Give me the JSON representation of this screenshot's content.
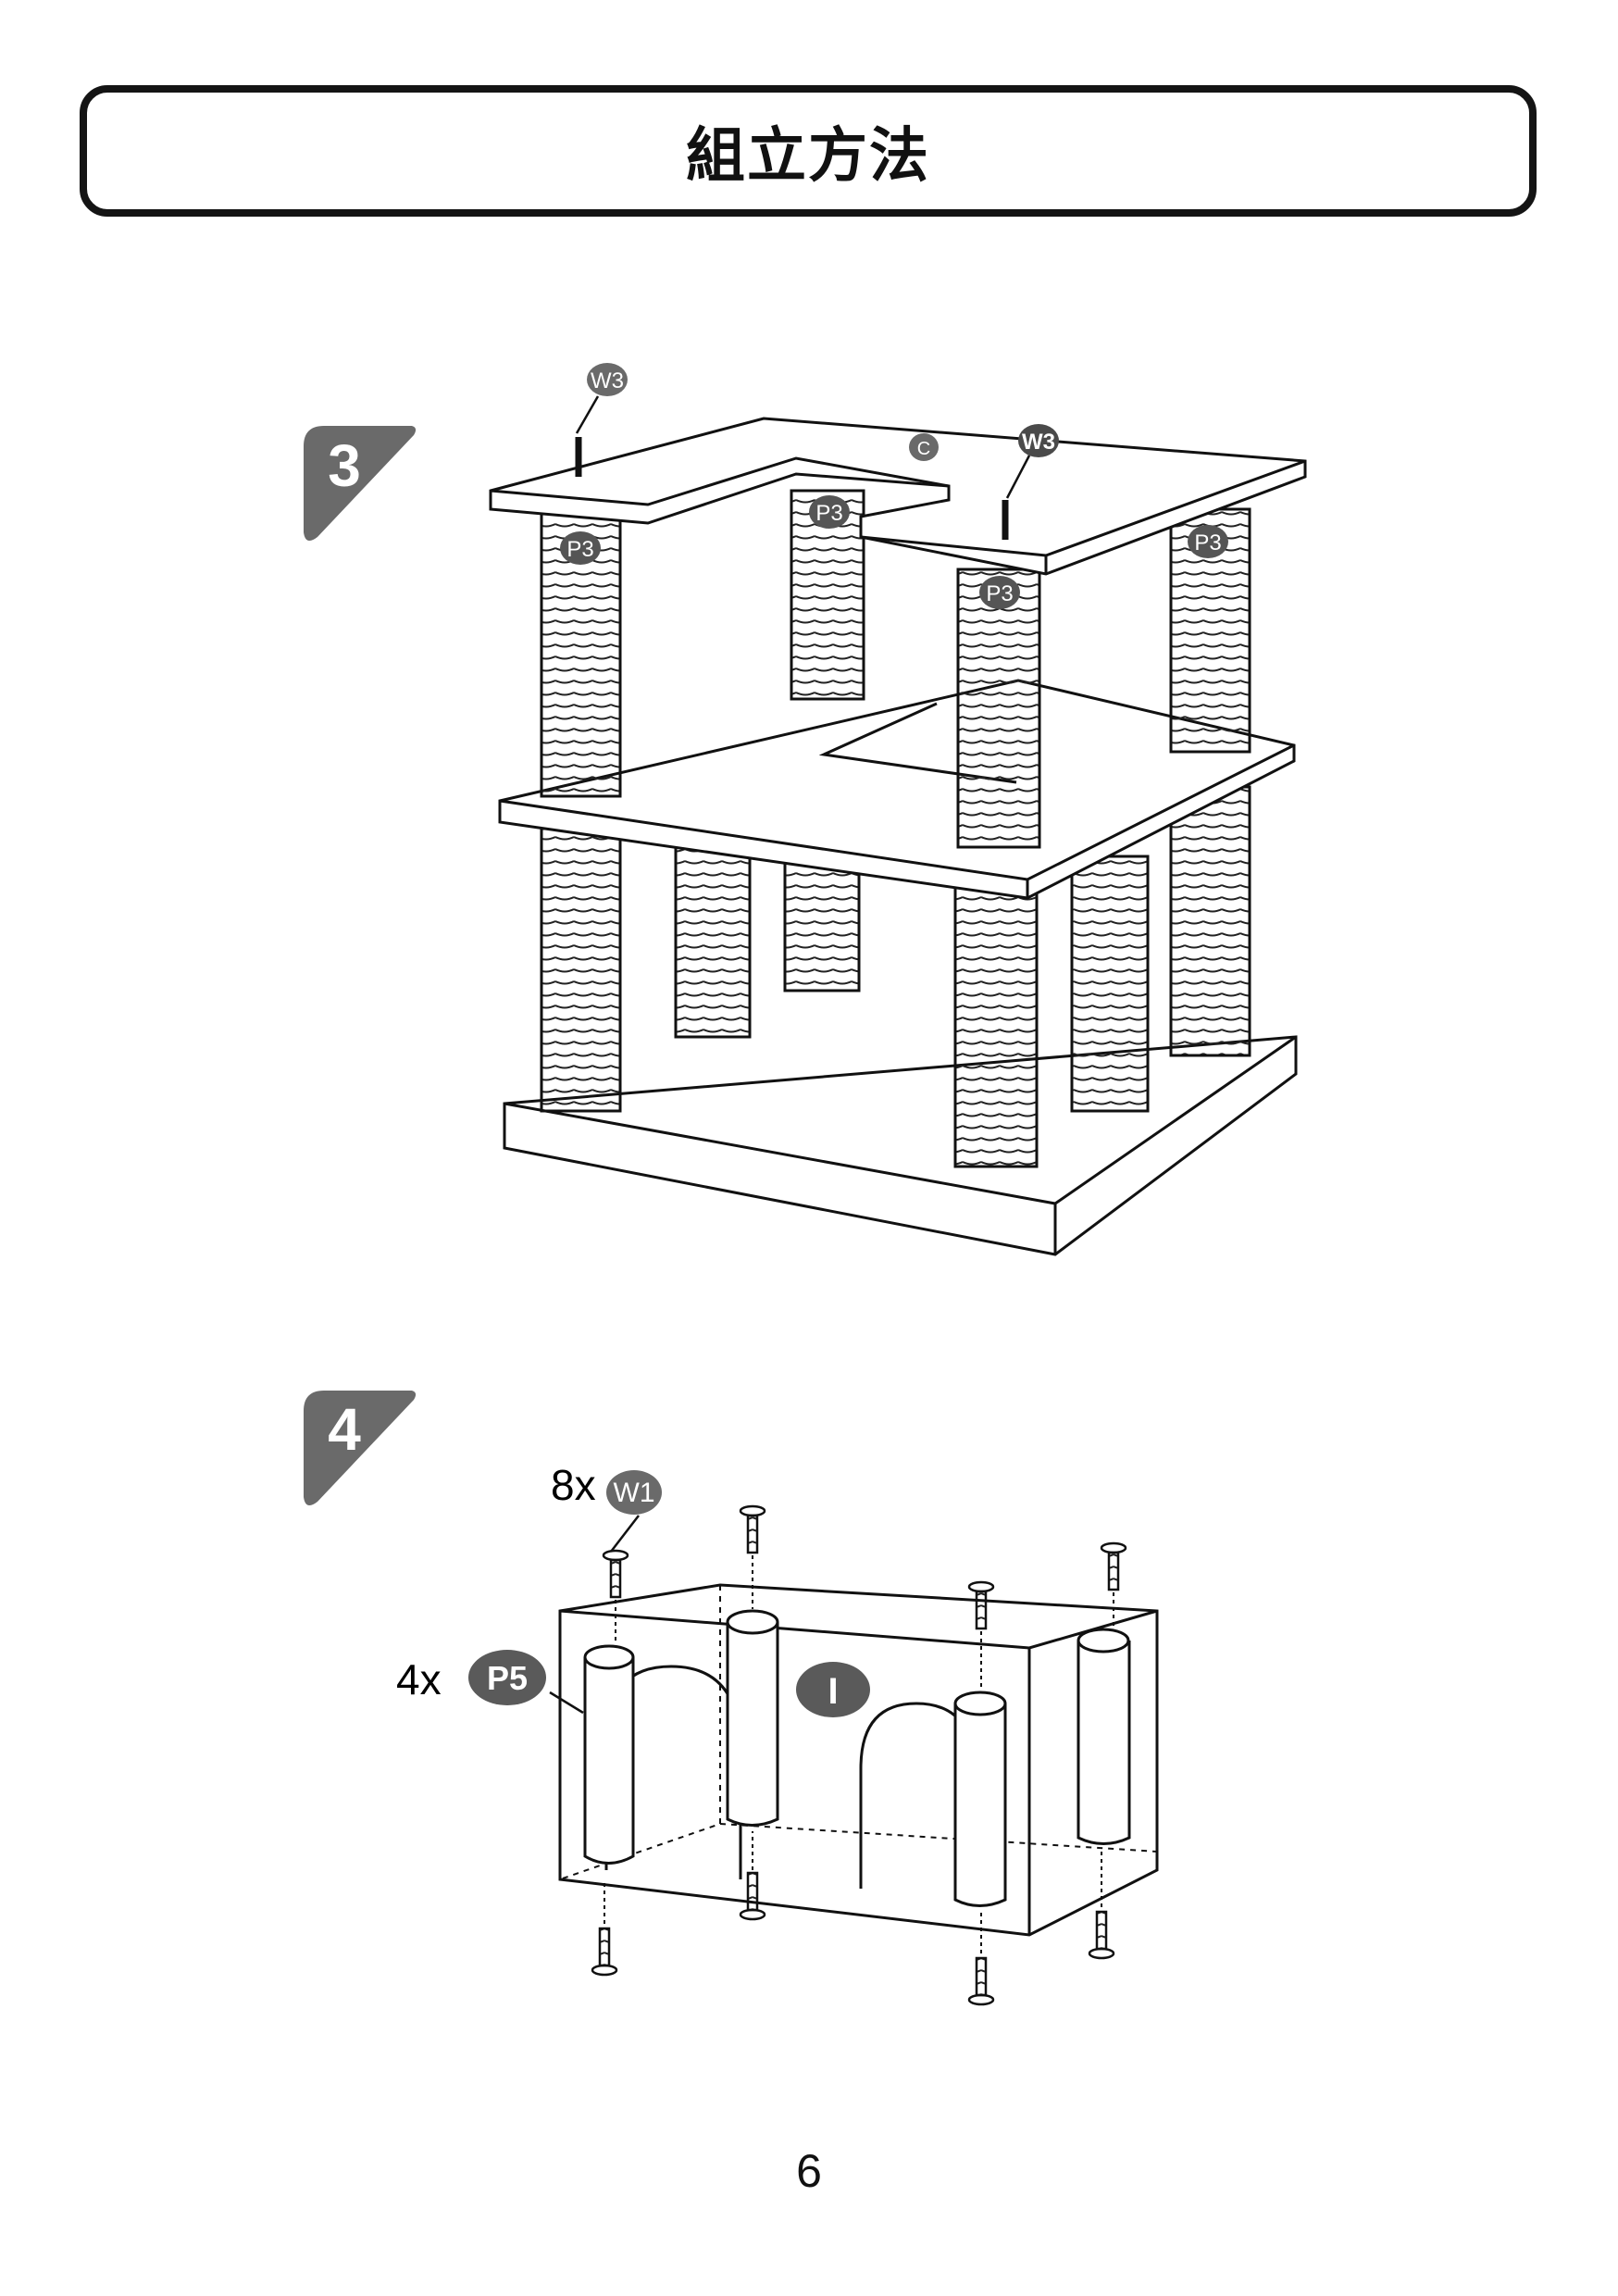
{
  "header": {
    "title": "組立方法"
  },
  "steps": [
    {
      "number": "3",
      "parts": {
        "screw": "W3",
        "post": "P3",
        "board": "C"
      }
    },
    {
      "number": "4",
      "screws": {
        "qty": "8x",
        "code": "W1"
      },
      "posts": {
        "qty": "4x",
        "code": "P5"
      },
      "board": "I"
    }
  ],
  "footer": {
    "page_number": "6"
  }
}
